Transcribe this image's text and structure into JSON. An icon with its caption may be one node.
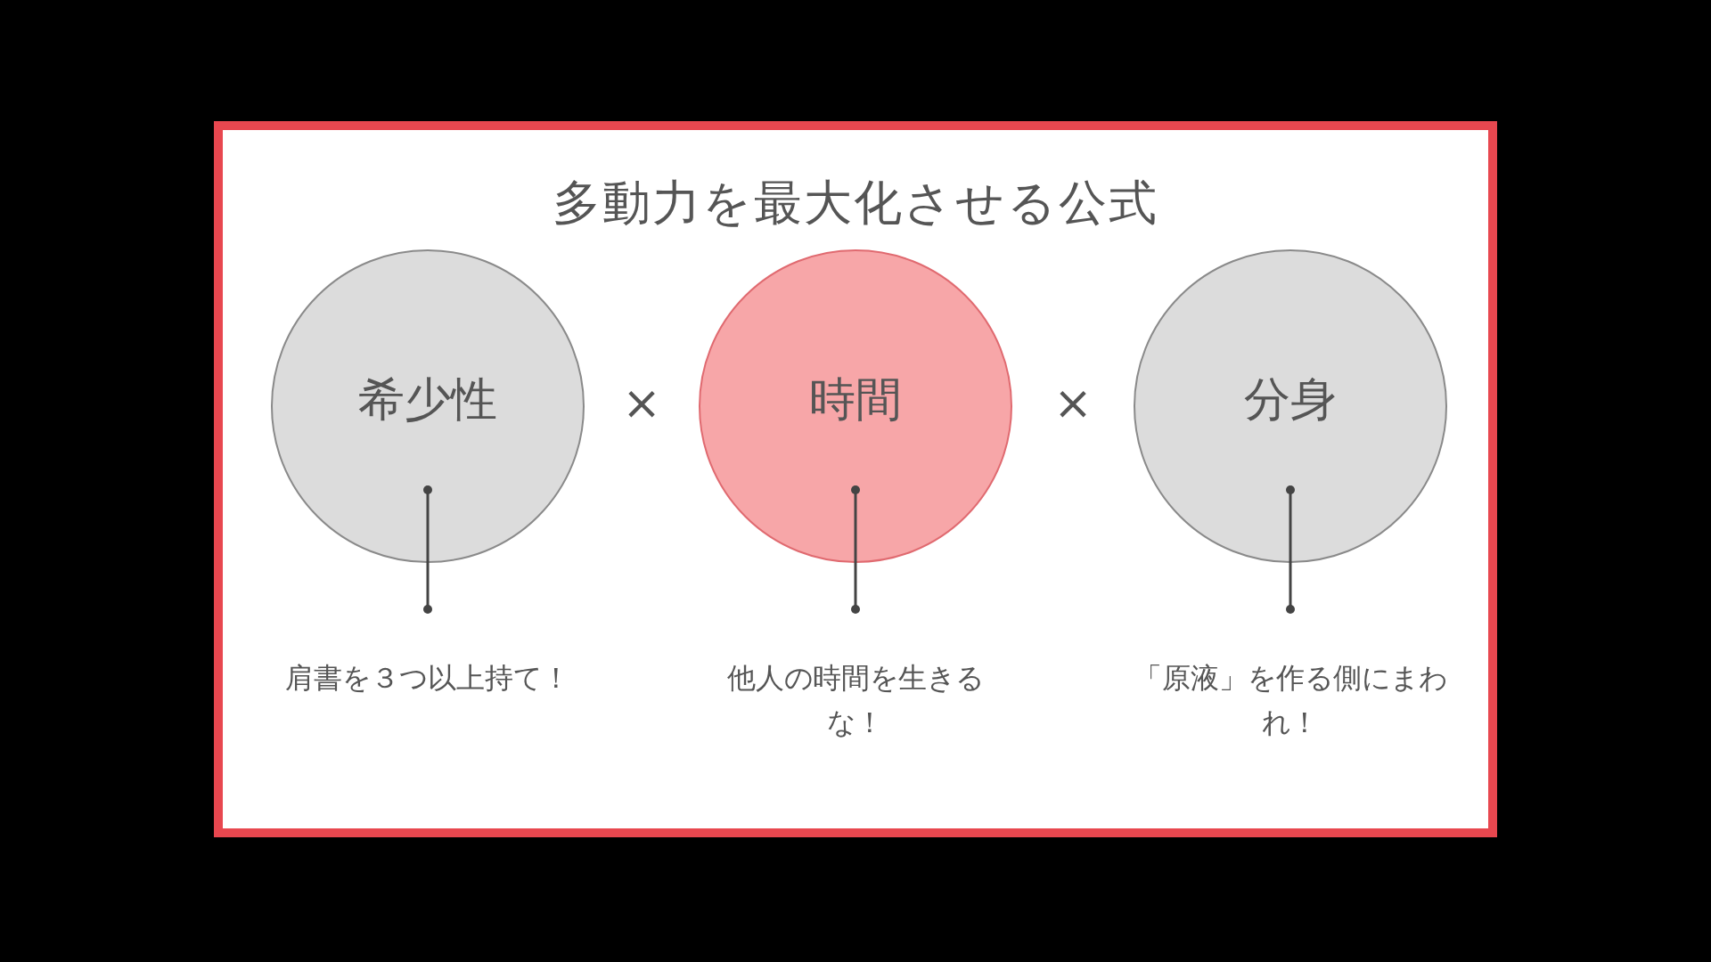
{
  "diagram": {
    "title": "多動力を最大化させる公式",
    "nodes": [
      {
        "text": [
          "希少性"
        ]
      },
      {
        "text": [
          "時間"
        ]
      },
      {
        "text": [
          "分身"
        ]
      },
      {
        "text": [
          "肩書を３つ以上持て！"
        ]
      },
      {
        "text": [
          "他人の時間を生きるな！"
        ]
      },
      {
        "text": [
          "「原液」を作る側にまわれ！"
        ]
      }
    ],
    "edges": [
      {
        "from": 0,
        "to": 3,
        "arrow": "other"
      },
      {
        "from": 1,
        "to": 4,
        "arrow": "other"
      },
      {
        "from": 2,
        "to": 5,
        "arrow": "other"
      }
    ],
    "labels": [
      "×",
      "×"
    ]
  }
}
